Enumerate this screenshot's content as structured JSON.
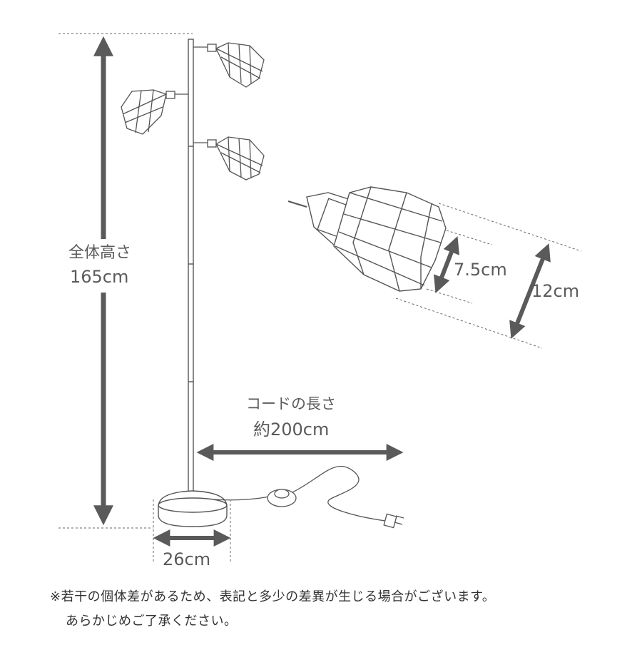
{
  "dimensions": {
    "height_label": "全体高さ",
    "height_value": "165cm",
    "cord_label": "コードの長さ",
    "cord_value": "約200cm",
    "base_value": "26cm",
    "shade_depth_value": "7.5cm",
    "shade_length_value": "12cm"
  },
  "notes": {
    "line1": "※若干の個体差があるため、表記と多少の差異が生じる場合がございます。",
    "line2": "あらかじめご了承ください。"
  },
  "colors": {
    "arrow": "#5a5a5a",
    "drawing": "#555555",
    "text": "#5a5a5a"
  }
}
